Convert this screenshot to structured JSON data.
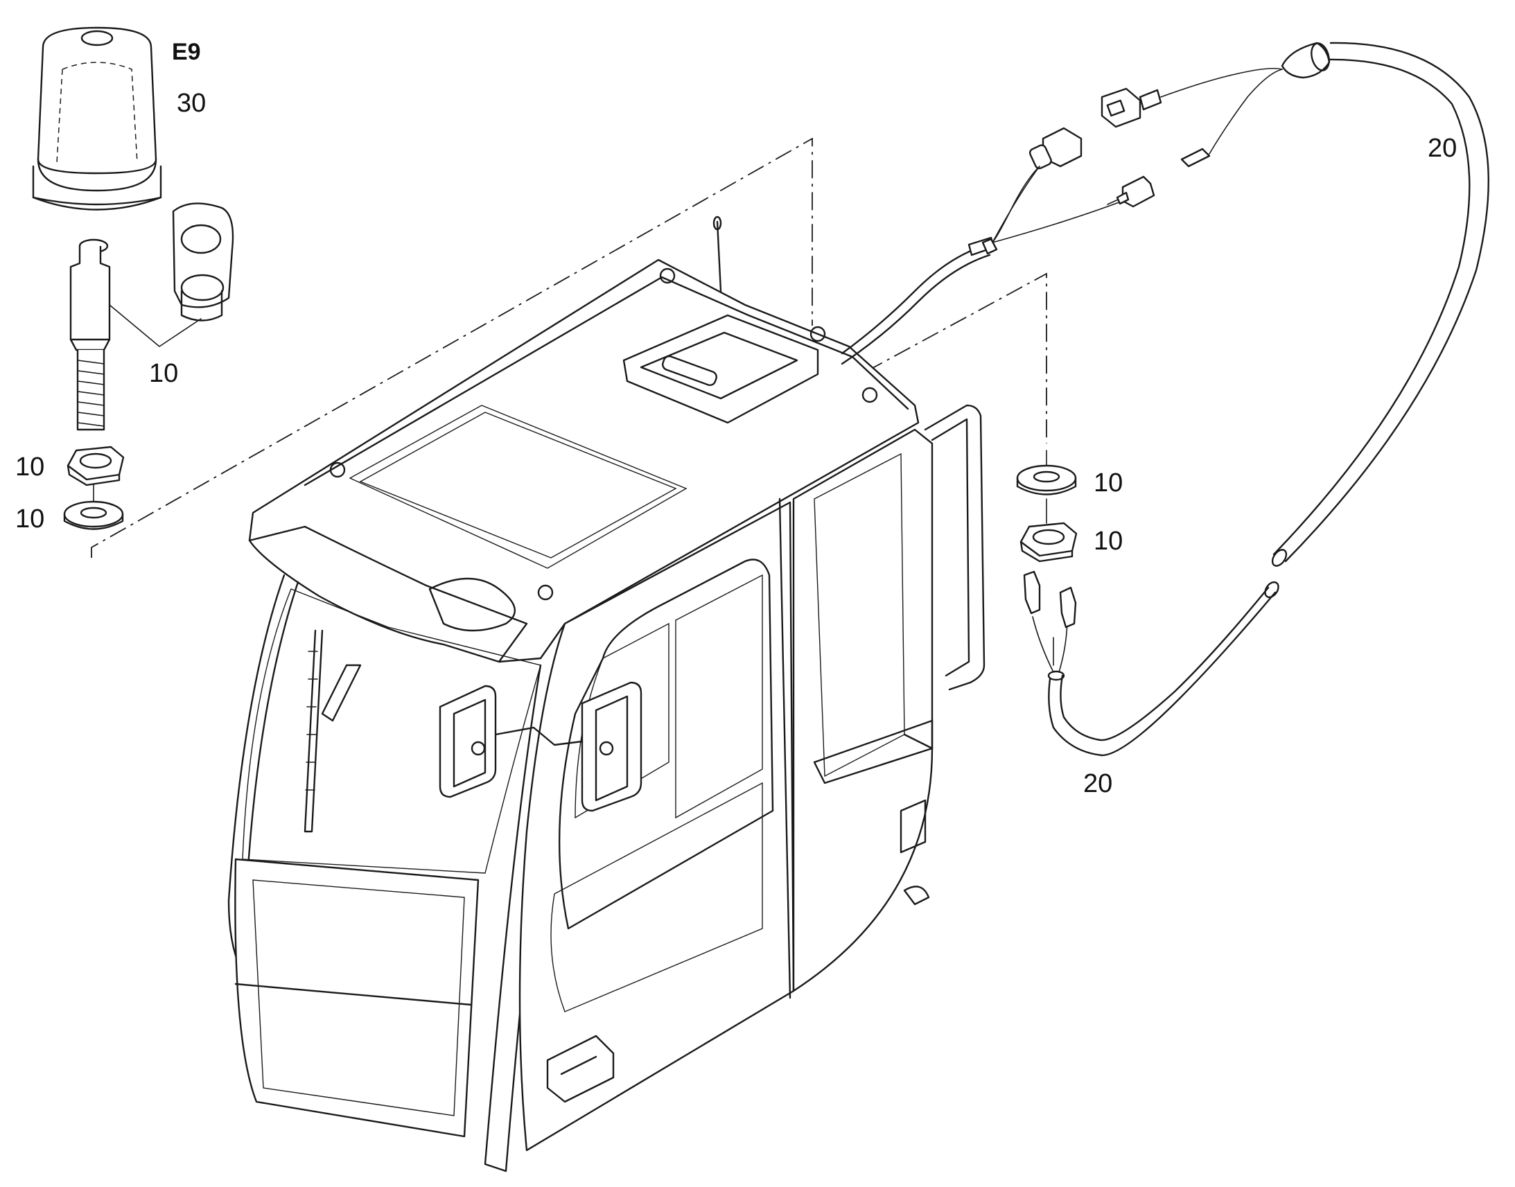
{
  "callouts": {
    "e9": "E9",
    "beacon": "30",
    "stand": "10",
    "nut_left": "10",
    "washer_left": "10",
    "cable_top": "20",
    "washer_right": "10",
    "nut_right": "10",
    "cable_bottom": "20"
  }
}
